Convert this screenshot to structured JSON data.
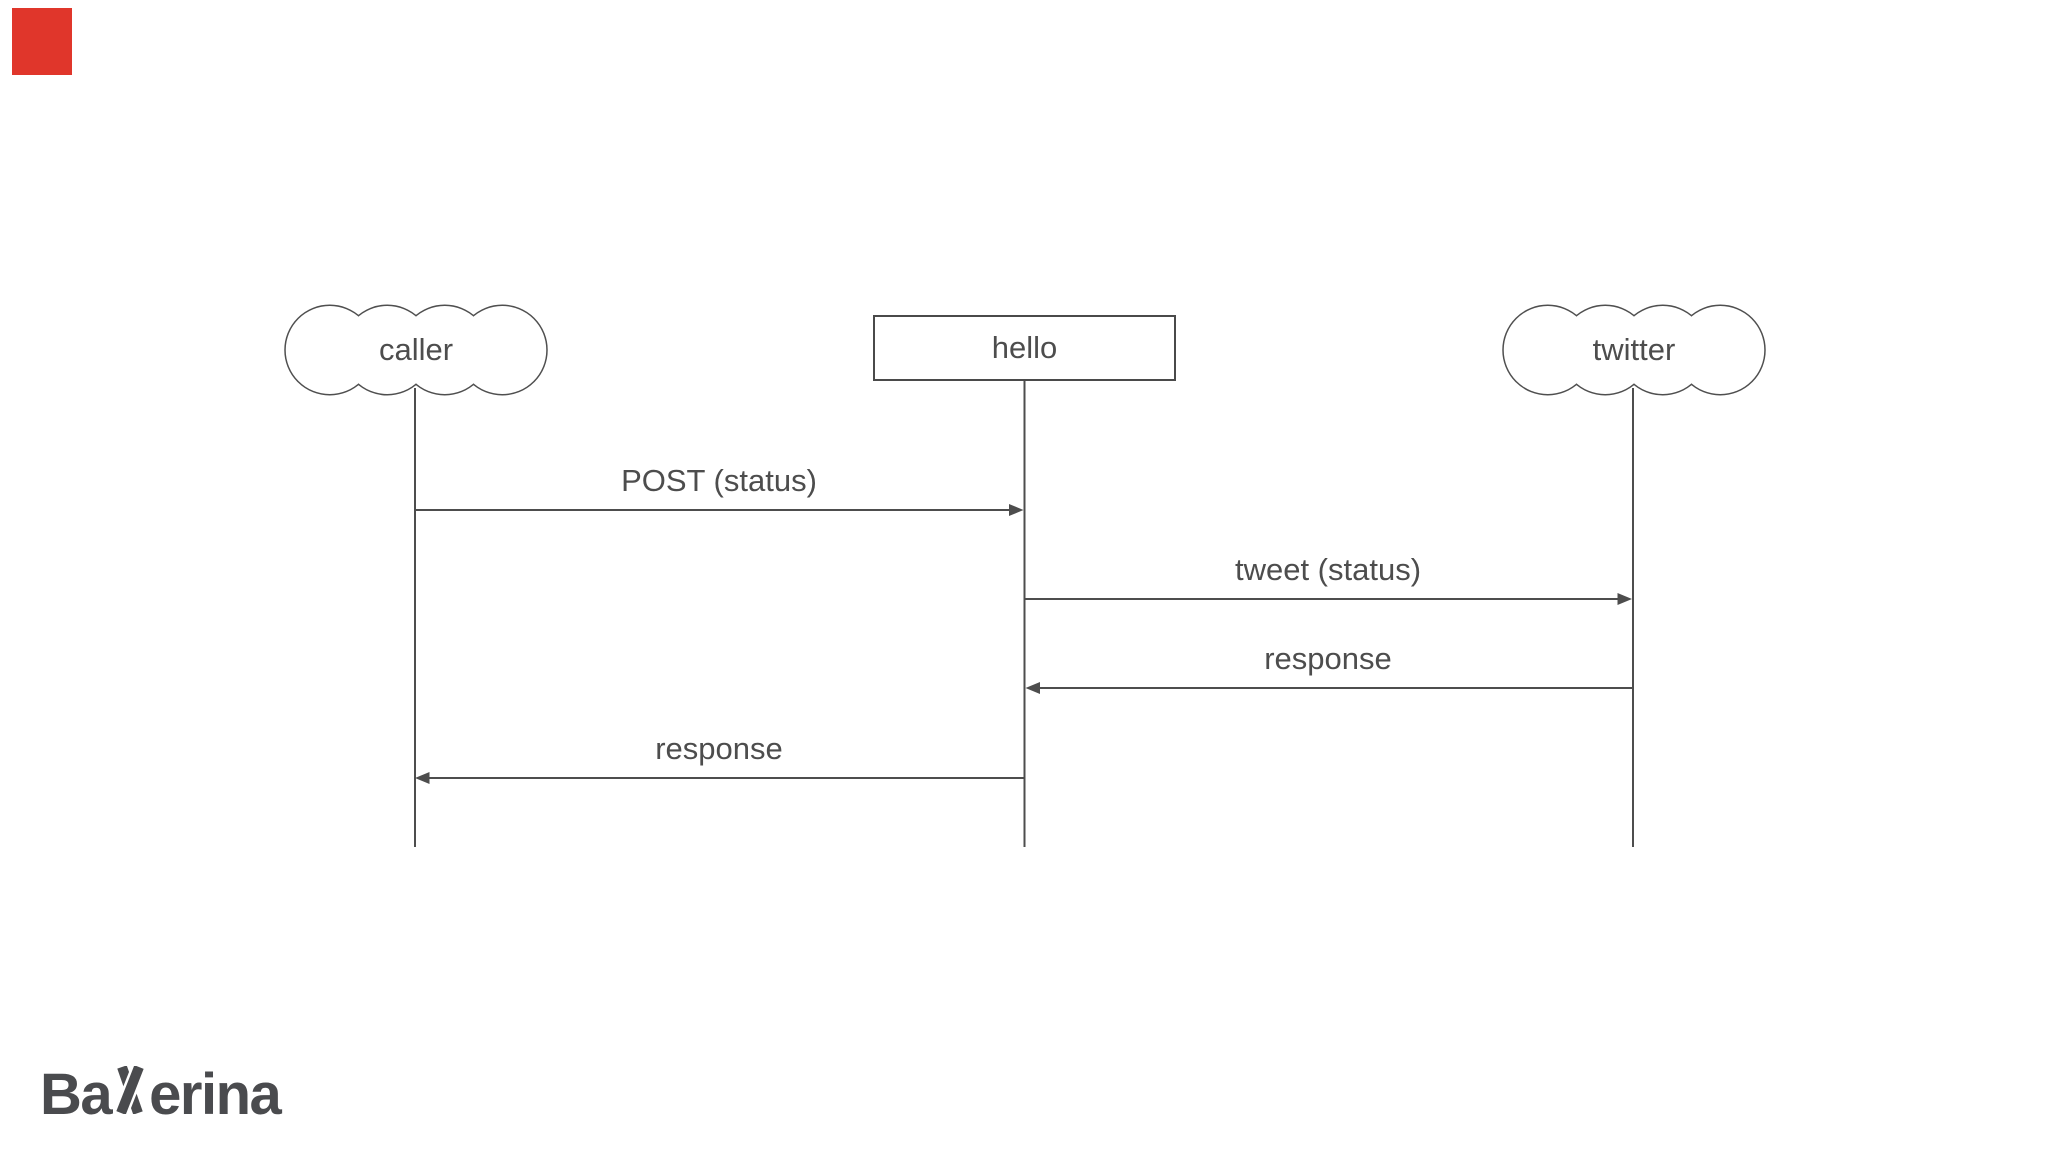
{
  "diagram": {
    "participants": [
      {
        "id": "caller",
        "label": "caller",
        "shape": "cloud"
      },
      {
        "id": "hello",
        "label": "hello",
        "shape": "rect"
      },
      {
        "id": "twitter",
        "label": "twitter",
        "shape": "cloud"
      }
    ],
    "messages": [
      {
        "label": "POST (status)",
        "from": "caller",
        "to": "hello"
      },
      {
        "label": "tweet (status)",
        "from": "hello",
        "to": "twitter"
      },
      {
        "label": "response",
        "from": "twitter",
        "to": "hello"
      },
      {
        "label": "response",
        "from": "hello",
        "to": "caller"
      }
    ],
    "colors": {
      "line": "#4d4d4d",
      "text": "#4d4d4d"
    }
  },
  "logo": {
    "full": "Ballerina",
    "text_prefix": "Ba",
    "text_suffix": "erina",
    "color": "#4a4b4e"
  },
  "annotation": {
    "color": "#e0362b"
  }
}
